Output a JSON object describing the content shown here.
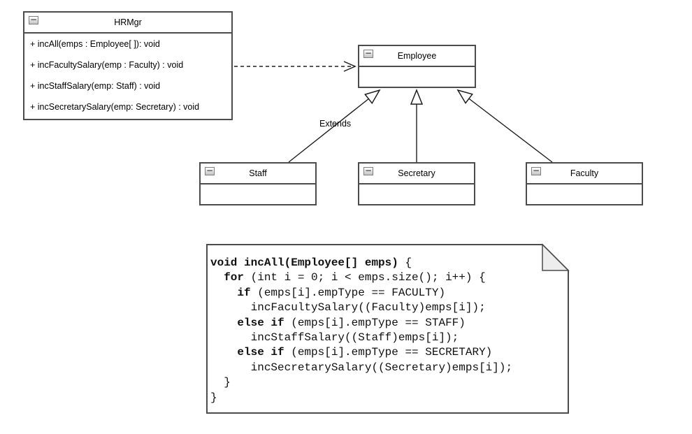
{
  "classes": {
    "hrmgr": {
      "title": "HRMgr",
      "methods": [
        "+ incAll(emps : Employee[ ]): void",
        "+ incFacultySalary(emp : Faculty) : void",
        "+ incStaffSalary(emp: Staff) : void",
        "+ incSecretarySalary(emp: Secretary) : void"
      ]
    },
    "employee": {
      "title": "Employee"
    },
    "staff": {
      "title": "Staff"
    },
    "secretary": {
      "title": "Secretary"
    },
    "faculty": {
      "title": "Faculty"
    }
  },
  "labels": {
    "extends": "Extends"
  },
  "icons": {
    "collapse": "−"
  },
  "colors": {
    "box_border": "#4c4c4c",
    "connector": "#1e1e1e",
    "fold_fill": "#ededed",
    "background": "#ffffff"
  },
  "code": {
    "lines": [
      [
        "void incAll(Employee[] emps)",
        " {"
      ],
      [
        "  ",
        "for",
        " (int i = 0; i < emps.size(); i++) {"
      ],
      [
        "    ",
        "if",
        " (emps[i].empType == FACULTY)"
      ],
      [
        "      incFacultySalary((Faculty)emps[i]);"
      ],
      [
        "    ",
        "else if",
        " (emps[i].empType == STAFF)"
      ],
      [
        "      incStaffSalary((Staff)emps[i]);"
      ],
      [
        "    ",
        "else if",
        " (emps[i].empType == SECRETARY)"
      ],
      [
        "      incSecretarySalary((Secretary)emps[i]);"
      ],
      [
        "  }"
      ],
      [
        "}"
      ]
    ]
  }
}
